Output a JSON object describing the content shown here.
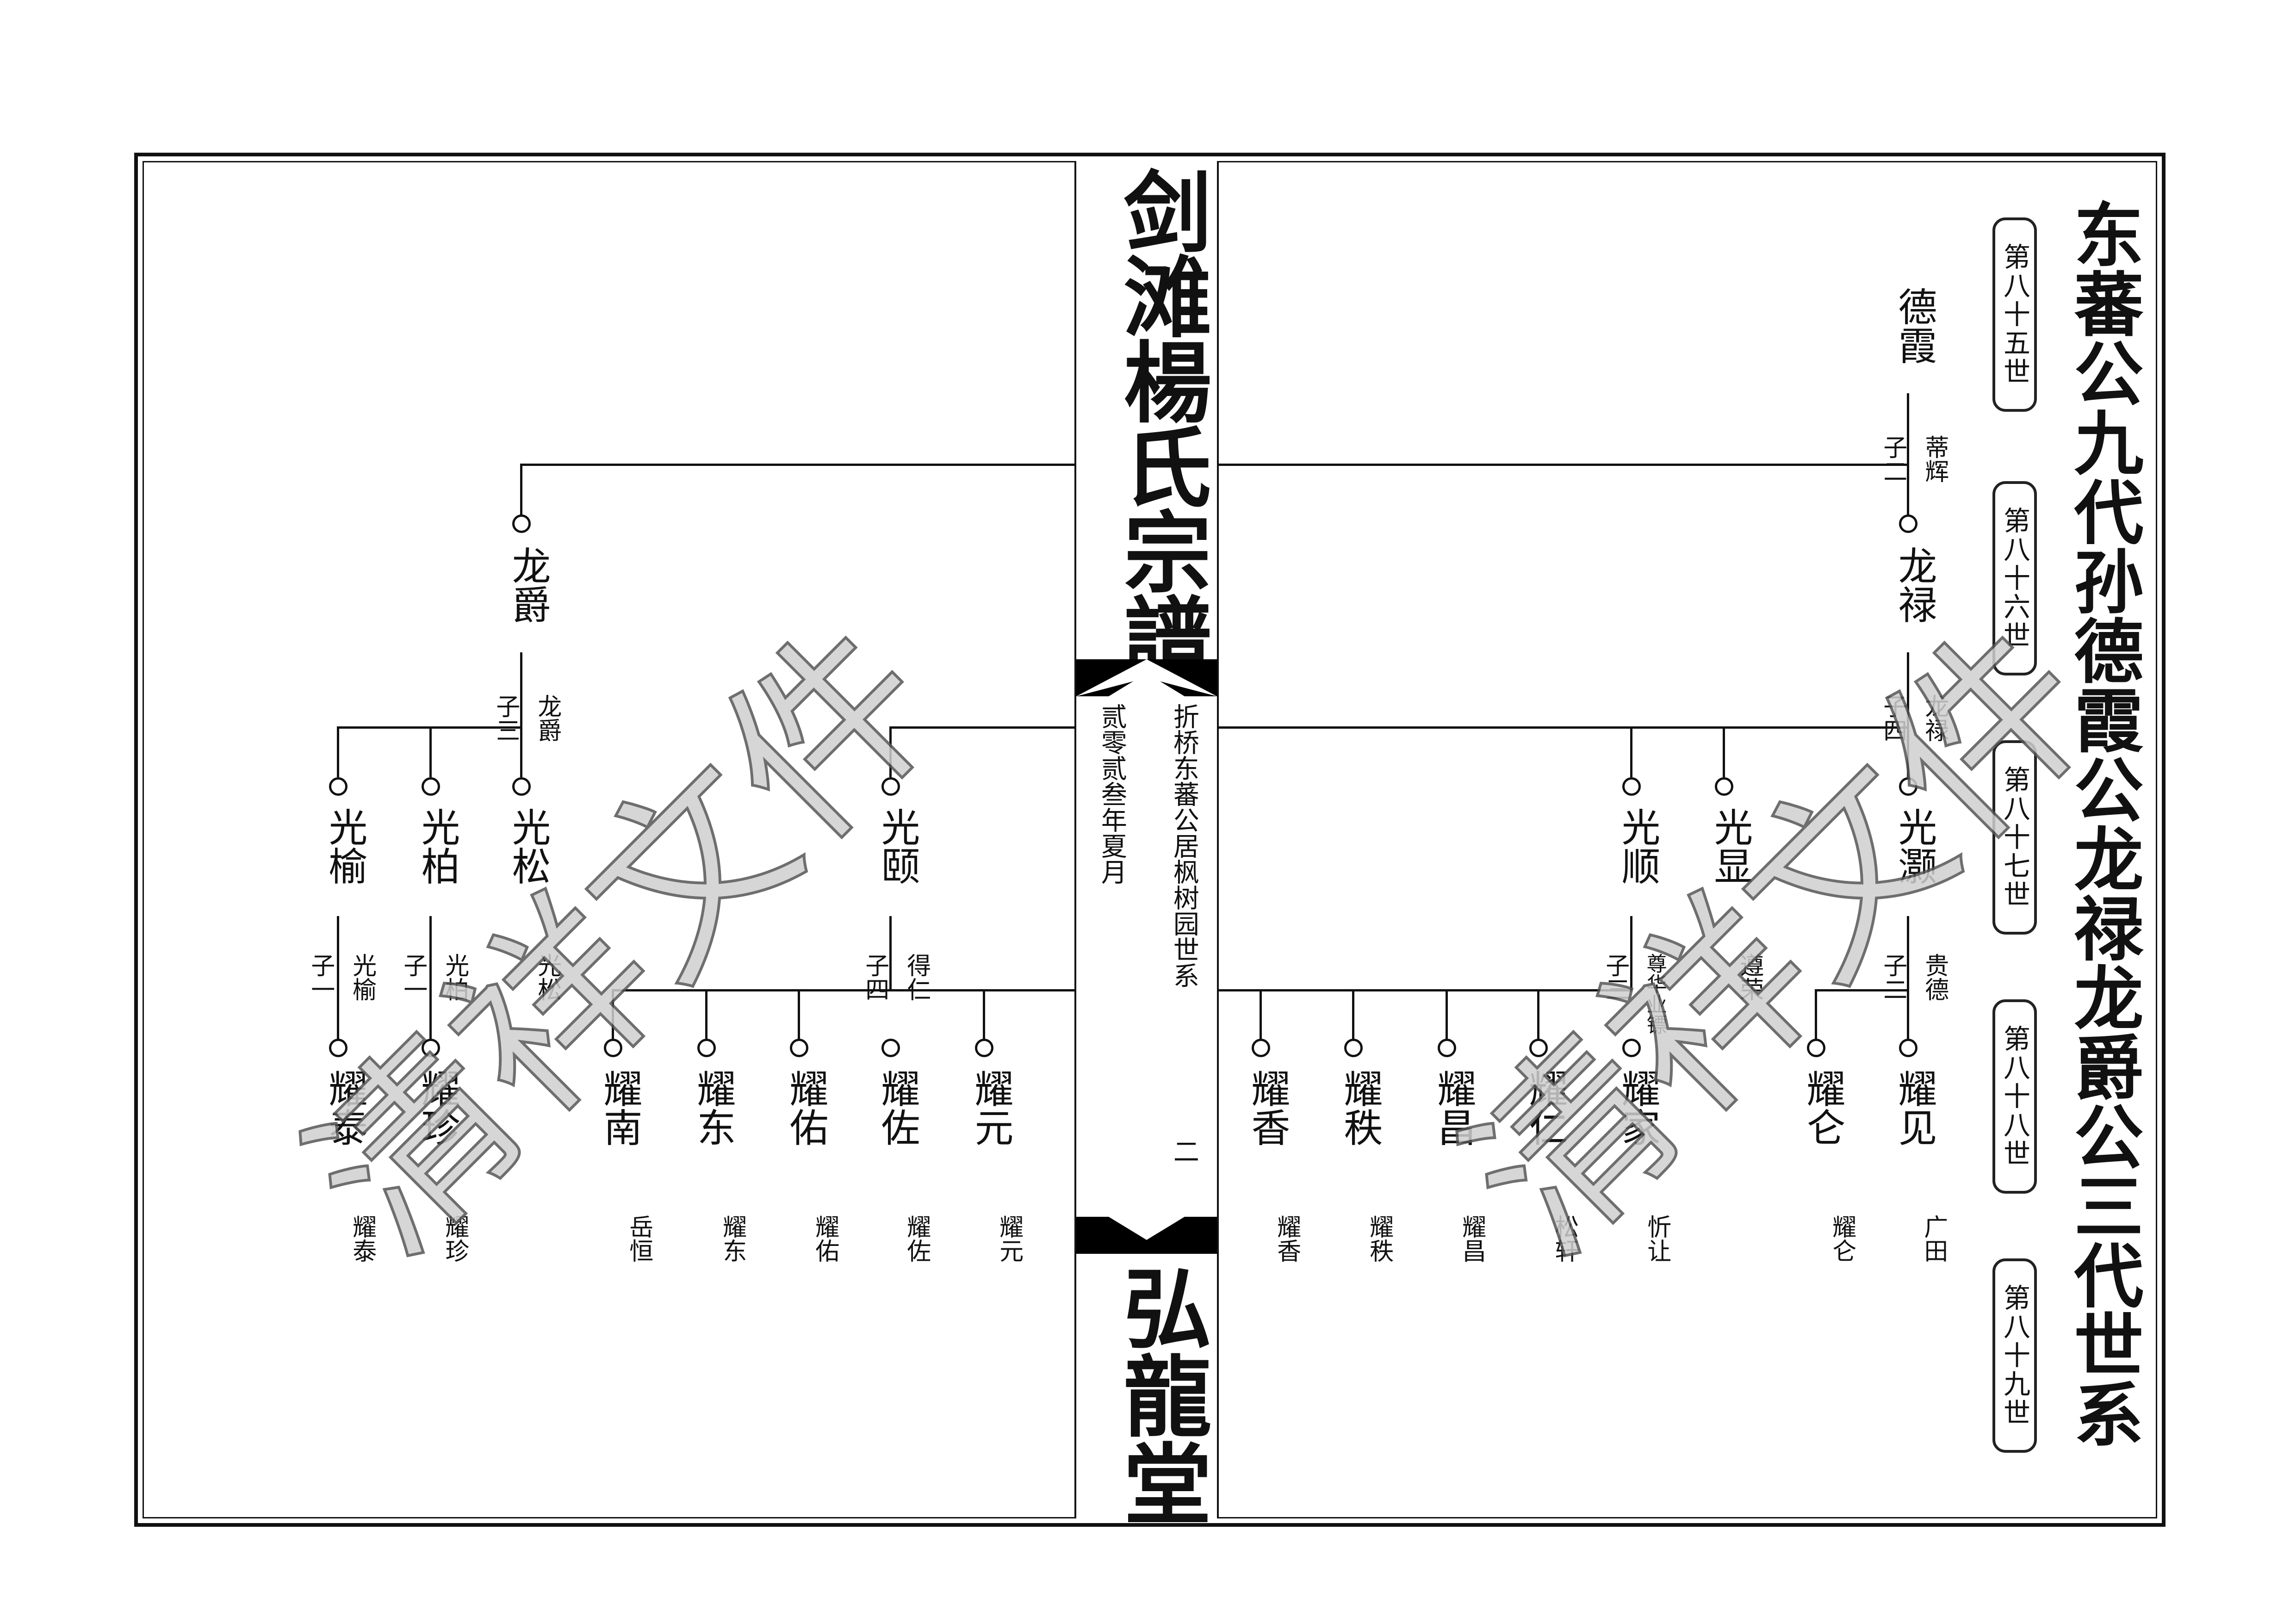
{
  "page_title": "东蕃公九代孙德霞公龙禄龙爵公三代世系",
  "spine": {
    "top_title": "剑滩楊氏宗譜",
    "bottom_title": "弘龍堂",
    "subtitle": "折桥东蕃公居枫树园世系",
    "date": "贰零贰叁年夏月",
    "page_number": "二"
  },
  "generations": [
    "第八十五世",
    "第八十六世",
    "第八十七世",
    "第八十八世",
    "第八十九世"
  ],
  "root": {
    "name": "德霞",
    "note_left": "子二",
    "note_right": "蒂辉"
  },
  "right_tree": {
    "parent": {
      "name": "龙禄",
      "note_left": "子四",
      "note_right": "龙禄"
    },
    "children": [
      {
        "name": "光灏",
        "note_left": "子二",
        "note_right": "贵德"
      },
      {
        "name": "光显",
        "note_below": "遵荣"
      },
      {
        "name": "光顺",
        "note_left": "子三",
        "note_right": "尊华业镖"
      }
    ],
    "grandchildren": [
      {
        "name": "耀见",
        "note": "广田"
      },
      {
        "name": "耀仑",
        "note": "耀仑"
      },
      {
        "name": "耀家",
        "note": "忻让"
      },
      {
        "name": "耀仁",
        "note": "松轩"
      },
      {
        "name": "耀昌",
        "note": "耀昌"
      },
      {
        "name": "耀秩",
        "note": "耀秩"
      },
      {
        "name": "耀香",
        "note": "耀香"
      }
    ]
  },
  "left_tree": {
    "parent": {
      "name": "龙爵",
      "note_left": "子三",
      "note_right": "龙爵"
    },
    "children": [
      {
        "name": "光颐",
        "note_left": "子四",
        "note_right": "得仁"
      },
      {
        "name": "光松",
        "note_right": "光松"
      },
      {
        "name": "光柏",
        "note_left": "子一",
        "note_right": "光柏"
      },
      {
        "name": "光榆",
        "note_left": "子一",
        "note_right": "光榆"
      }
    ],
    "grandchildren": [
      {
        "name": "耀元",
        "note": "耀元"
      },
      {
        "name": "耀佐",
        "note": "耀佐"
      },
      {
        "name": "耀佑",
        "note": "耀佑"
      },
      {
        "name": "耀东",
        "note": "耀东"
      },
      {
        "name": "耀南",
        "note": "岳恒"
      },
      {
        "name": "耀珍",
        "note": "耀珍"
      },
      {
        "name": "耀泰",
        "note": "耀泰"
      }
    ]
  },
  "watermark": "清祥文件",
  "colors": {
    "ink": "#111111",
    "band": "#000000",
    "watermark_fill": "#cfcfcf"
  }
}
